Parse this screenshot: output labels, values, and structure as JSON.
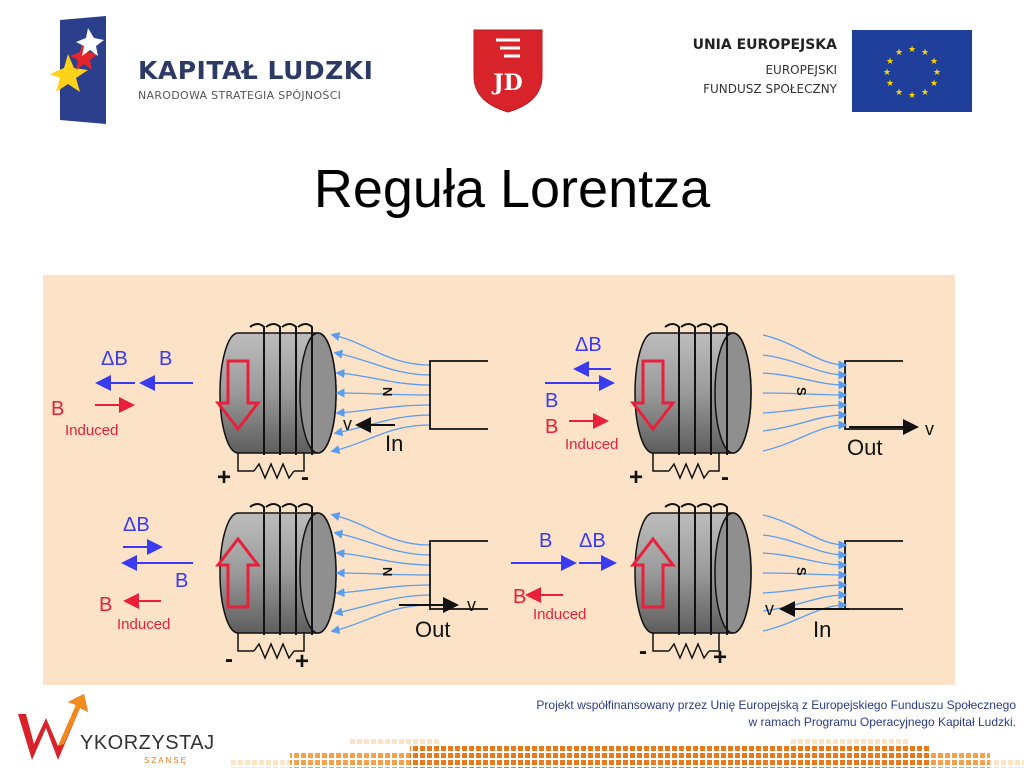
{
  "header": {
    "kapital_ludzki": {
      "title": "KAPITAŁ LUDZKI",
      "subtitle": "NARODOWA STRATEGIA SPÓJNOŚCI"
    },
    "jd_emblem": {
      "text": "JD"
    },
    "eu": {
      "line1": "UNIA EUROPEJSKA",
      "line2": "EUROPEJSKI",
      "line3": "FUNDUSZ SPOŁECZNY",
      "flag_color": "#1f3f9b",
      "star_color": "#ffd500"
    }
  },
  "slide": {
    "title": "Reguła Lorentza"
  },
  "diagram": {
    "background": "#fce3c8",
    "panels": [
      {
        "id": "top-left",
        "labels": {
          "delta_b": "ΔB",
          "b": "B",
          "b_induced": "B",
          "induced": "Induced",
          "magnet_pole": "N",
          "velocity": "v",
          "motion": "In",
          "plus": "+",
          "minus": "-"
        }
      },
      {
        "id": "top-right",
        "labels": {
          "delta_b": "ΔB",
          "b": "B",
          "b_induced": "B",
          "induced": "Induced",
          "magnet_pole": "S",
          "velocity": "v",
          "motion": "Out",
          "plus": "+",
          "minus": "-"
        }
      },
      {
        "id": "bottom-left",
        "labels": {
          "delta_b": "ΔB",
          "b": "B",
          "b_induced": "B",
          "induced": "Induced",
          "magnet_pole": "N",
          "velocity": "v",
          "motion": "Out",
          "plus": "+",
          "minus": "-"
        }
      },
      {
        "id": "bottom-right",
        "labels": {
          "delta_b": "ΔB",
          "b": "B",
          "b_induced": "B",
          "induced": "Induced",
          "magnet_pole": "S",
          "velocity": "v",
          "motion": "In",
          "plus": "+",
          "minus": "-"
        }
      }
    ],
    "colors": {
      "blue": "#3a3af0",
      "red": "#e8203a",
      "field": "#5a9cf0"
    }
  },
  "footer": {
    "logo_main": "YKORZYSTAJ",
    "logo_sub": "SZANSĘ",
    "line1": "Projekt współfinansowany przez Unię Europejską z Europejskiego Funduszu Społecznego",
    "line2": "w ramach Programu Operacyjnego Kapitał Ludzki."
  }
}
